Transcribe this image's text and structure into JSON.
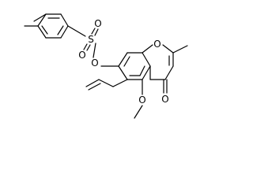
{
  "structure": {
    "atoms": {
      "sulfur": "S",
      "sulfonyl_oxygen_upper": "O",
      "sulfonyl_oxygen_lower": "O",
      "ester_oxygen": "O",
      "ring_oxygen": "O",
      "methoxy_oxygen": "O",
      "carbonyl_oxygen": "O"
    },
    "colors": {
      "bond": "#000000",
      "label": "#000000",
      "background": "#ffffff"
    }
  }
}
